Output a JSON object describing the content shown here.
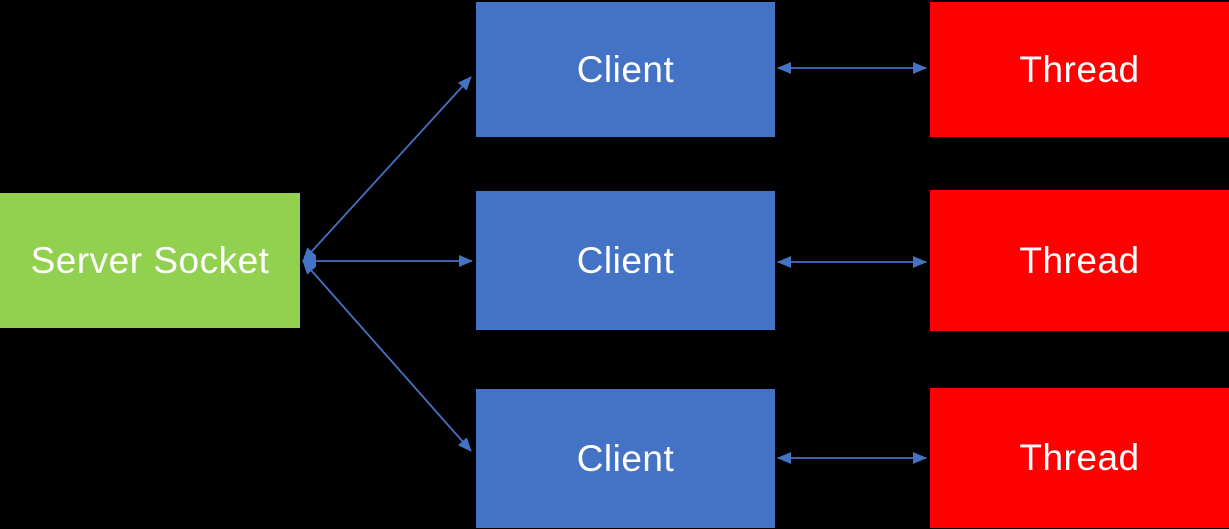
{
  "colors": {
    "background": "#000000",
    "server_fill": "#92D050",
    "client_fill": "#4472C4",
    "thread_fill": "#FF0000",
    "arrow": "#4472C4",
    "label_text": "#FFFFFF"
  },
  "diagram": {
    "type": "server-client-thread-topology",
    "server": {
      "label": "Server Socket"
    },
    "rows": [
      {
        "client": {
          "label": "Client"
        },
        "thread": {
          "label": "Thread"
        }
      },
      {
        "client": {
          "label": "Client"
        },
        "thread": {
          "label": "Thread"
        }
      },
      {
        "client": {
          "label": "Client"
        },
        "thread": {
          "label": "Thread"
        }
      }
    ]
  }
}
